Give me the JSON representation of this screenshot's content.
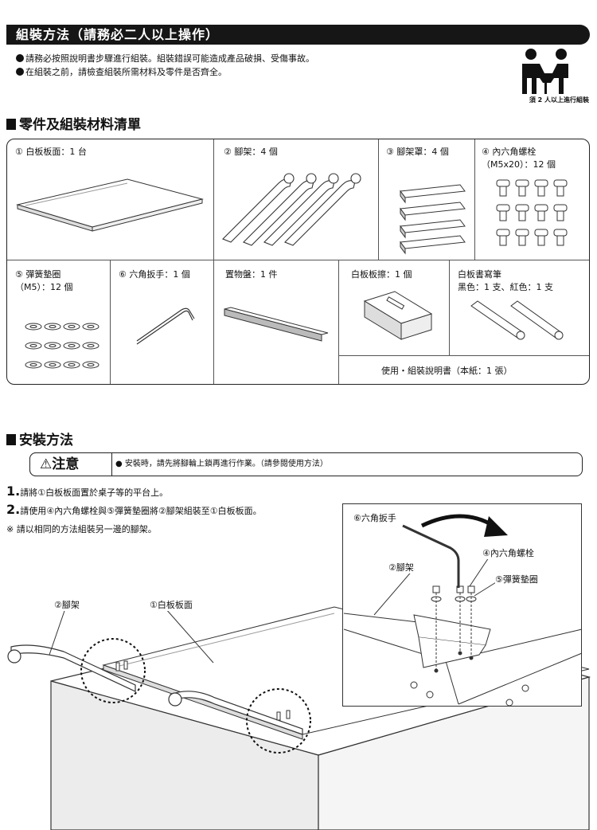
{
  "header": {
    "title": "組裝方法（請務必二人以上操作）",
    "bullets": [
      "請務必按照說明書步驟進行組裝。組裝錯誤可能造成產品破損、受傷事故。",
      "在組裝之前，請檢查組裝所需材料及零件是否齊全。"
    ],
    "people_caption": "須 2 人以上進行組裝"
  },
  "parts_section": {
    "title": "零件及組裝材料清單",
    "items": [
      {
        "label": "① 白板板面：1 台"
      },
      {
        "label": "② 腳架：4 個"
      },
      {
        "label": "③ 腳架罩：4 個"
      },
      {
        "label": "④ 內六角螺栓",
        "label2": "（M5x20）：12 個"
      },
      {
        "label": "⑤ 彈簧墊圈",
        "label2": "（M5）：12 個"
      },
      {
        "label": "⑥ 六角扳手：1 個"
      },
      {
        "label": "置物盤：1 件"
      },
      {
        "label": "白板板擦：1 個"
      },
      {
        "label": "白板書寫筆",
        "label2": "黑色：1 支、紅色：1 支"
      },
      {
        "label": "使用・組裝說明書（本紙：1 張）"
      }
    ]
  },
  "install_section": {
    "title": "安裝方法",
    "caution_title": "注意",
    "caution_text": "● 安裝時，請先將腳輪上鎖再進行作業。（請參閱使用方法）",
    "step1": {
      "num": "1.",
      "text": "請將①白板板面置於桌子等的平台上。"
    },
    "step2": {
      "num": "2.",
      "text": "請使用④內六角螺栓與⑤彈簧墊圈將②腳架組裝至①白板板面。"
    },
    "note": "※ 請以相同的方法組裝另一邊的腳架。",
    "callouts": {
      "leg": "②腳架",
      "board": "①白板板面",
      "wrench": "⑥六角扳手",
      "bolt": "④內六角螺栓",
      "washer": "⑤彈簧墊圈",
      "leg_detail": "②腳架"
    }
  }
}
